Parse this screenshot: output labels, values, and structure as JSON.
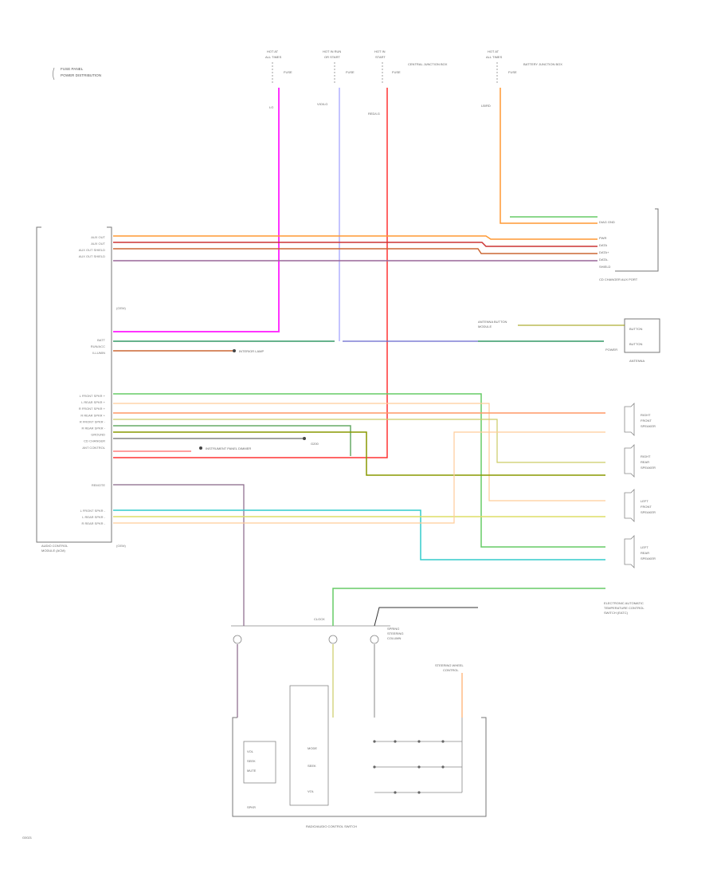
{
  "top_notes": {
    "note1": "FUSE PANEL",
    "note2": "POWER DISTRIBUTION"
  },
  "fuses": [
    {
      "id": "f1",
      "label1": "HOT AT",
      "label2": "ALL TIMES",
      "fuse": "FUSE"
    },
    {
      "id": "f2",
      "label1": "HOT IN RUN",
      "label2": "OR START",
      "fuse": "FUSE"
    },
    {
      "id": "f3",
      "label1": "HOT IN",
      "label2": "START",
      "fuse": "FUSE"
    },
    {
      "id": "f4",
      "label1": "HOT AT",
      "label2": "ALL TIMES",
      "fuse": "FUSE"
    }
  ],
  "fuse_notes": {
    "central_junction": "CENTRAL JUNCTION BOX",
    "battery_junction": "BATTERY JUNCTION BOX"
  },
  "wire_tags": {
    "pink": "LG",
    "blue": "VIO/LG",
    "red": "RED/LG",
    "orange": "LB/RD"
  },
  "module": {
    "name_line1": "AUDIO CONTROL",
    "name_line2": "MODULE (ACM)",
    "pins_upper": [
      "AUX OUT",
      "AUX OUT",
      "AUX OUT SHIELD",
      "AUX OUT SHIELD",
      "",
      "",
      "",
      "(GEM)"
    ],
    "pins_mid": [
      "BATT",
      "RUN/ACC",
      "ILLUMIN",
      "",
      "",
      "",
      ""
    ],
    "pins_lower": [
      "L FRONT SPKR +",
      "L REAR SPKR +",
      "R FRONT SPKR +",
      "R REAR SPKR +",
      "R FRONT SPKR -",
      "R REAR SPKR -",
      "GROUND",
      "CD CHANGER",
      "ANT CONTROL"
    ],
    "pins_bottom": [
      "REMOTE",
      "",
      "L FRONT SPKR -",
      "L REAR SPKR -",
      "R REAR SPKR -"
    ],
    "footer": "(GEM)"
  },
  "cd_changer": {
    "name": "CD CHANGER AUX PORT",
    "pins": [
      "DIAG GND",
      "PWR",
      "DATA",
      "DATA+",
      "DATA-",
      "SHIELD"
    ]
  },
  "antenna": {
    "name": "ANTENNA",
    "label_top": "ANTENNA BUTTON",
    "label_bot": "MODULE",
    "pins": [
      "BUTTON",
      "BUTTON",
      "POWER"
    ]
  },
  "speakers": [
    {
      "id": "rf",
      "line1": "RIGHT",
      "line2": "FRONT",
      "line3": "SPEAKER"
    },
    {
      "id": "rr",
      "line1": "RIGHT",
      "line2": "REAR",
      "line3": "SPEAKER"
    },
    {
      "id": "lf",
      "line1": "LEFT",
      "line2": "FRONT",
      "line3": "SPEAKER"
    },
    {
      "id": "lr",
      "line1": "LEFT",
      "line2": "REAR",
      "line3": "SPEAKER"
    }
  ],
  "ground_label": "G200",
  "dimmer_note": "INSTRUMENT PANEL DIMMER",
  "illumination_note": "INTERIOR LAMP",
  "steering": {
    "line1": "ELECTRONIC AUTOMATIC",
    "line2": "TEMPERATURE CONTROL",
    "line3": "SWITCH (EATC)"
  },
  "clockspring": {
    "label1": "CLOCK",
    "label2": "SPRING",
    "label3": "STEERING",
    "label4": "COLUMN"
  },
  "steering_switch": {
    "name": "RADIO/AUDIO CONTROL SWITCH",
    "left_labels": [
      "VOL",
      "SEEK",
      "MUTE",
      "SPKR"
    ],
    "right_labels": [
      "MODE",
      "SEEK",
      "VOL"
    ],
    "top_note_line1": "STEERING WHEEL",
    "top_note_line2": "CONTROL"
  },
  "page_code": "G0021"
}
